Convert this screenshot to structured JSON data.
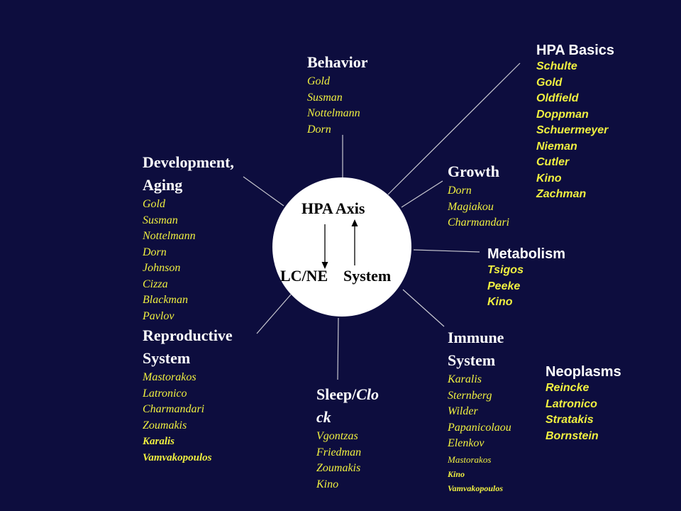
{
  "center": {
    "top_label": "HPA Axis",
    "bottom_label_left": "LC/NE",
    "bottom_label_right": "System"
  },
  "behavior": {
    "title": "Behavior",
    "names": [
      "Gold",
      "Susman",
      "Nottelmann",
      "Dorn"
    ]
  },
  "hpa_basics": {
    "title": "HPA Basics",
    "names": [
      "Schulte",
      "Gold",
      "Oldfield",
      "Doppman",
      "Schuermeyer",
      "Nieman",
      "Cutler",
      "Kino",
      "Zachman"
    ]
  },
  "development": {
    "title_line1": "Development,",
    "title_line2": "Aging",
    "names": [
      "Gold",
      "Susman",
      "Nottelmann",
      "Dorn",
      "Johnson",
      "Cizza",
      "Blackman",
      "Pavlov"
    ]
  },
  "growth": {
    "title": "Growth",
    "names": [
      "Dorn",
      "Magiakou",
      "Charmandari"
    ]
  },
  "metabolism": {
    "title": "Metabolism",
    "names": [
      "Tsigos",
      "Peeke",
      "Kino"
    ]
  },
  "reproductive": {
    "title_line1": "Reproductive",
    "title_line2": "System",
    "names": [
      "Mastorakos",
      "Latronico",
      "Charmandari",
      "Zoumakis"
    ],
    "names_bold": [
      "Karalis",
      "Vamvakopoulos"
    ]
  },
  "sleep": {
    "title_line1_plain": "Sleep/",
    "title_line1_italic": "Clo",
    "title_line2_italic": "ck",
    "names": [
      "Vgontzas",
      "Friedman",
      "Zoumakis",
      "Kino"
    ]
  },
  "immune": {
    "title_line1": "Immune",
    "title_line2": "System",
    "names": [
      "Karalis",
      "Sternberg",
      "Wilder",
      "Papanicolaou",
      "Elenkov"
    ],
    "names_small": [
      "Mastorakos"
    ],
    "names_small_bold": [
      "Kino",
      "Vamvakopoulos"
    ]
  },
  "neoplasms": {
    "title": "Neoplasms",
    "names": [
      "Reincke",
      "Latronico",
      "Stratakis",
      "Bornstein"
    ]
  },
  "colors": {
    "background": "#0d0d3e",
    "title": "#ffffff",
    "names": "#f0f040",
    "lines": "#c8c8d0",
    "hub": "#ffffff"
  }
}
